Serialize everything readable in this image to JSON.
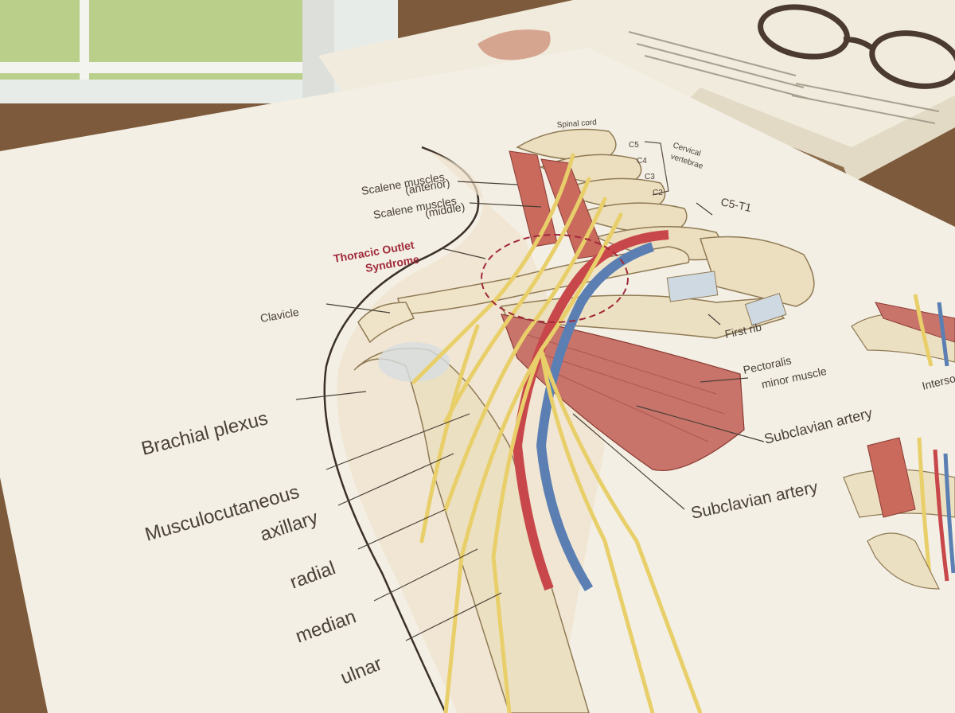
{
  "labels": {
    "spinal_cord": "Spinal cord",
    "c5": "C5",
    "c4": "C4",
    "c3": "C3",
    "c2": "C2",
    "cervical_vertebrae_line1": "Cervical",
    "cervical_vertebrae_line2": "vertebrae",
    "c5_t1": "C5-T1",
    "scalene_anterior_line1": "Scalene muscles",
    "scalene_anterior_line2": "(anterior)",
    "scalene_middle_line1": "Scalene muscles",
    "scalene_middle_line2": "(middle)",
    "tos_line1": "Thoracic Outlet",
    "tos_line2": "Syndrome",
    "clavicle": "Clavicle",
    "first_rib": "First rib",
    "pectoralis_line1": "Pectoralis",
    "pectoralis_line2": "minor muscle",
    "subclavian_artery_1": "Subclavian artery",
    "subclavian_artery_2": "Subclavian artery",
    "brachial_plexus": "Brachial plexus",
    "musculocutaneous": "Musculocutaneous",
    "axillary": "axillary",
    "radial": "radial",
    "median": "median",
    "ulnar": "ulnar",
    "inset_partial": "Interso"
  },
  "colors": {
    "desk": "#7a5535",
    "paper": "#f3efe4",
    "nerve": "#e8cf6a",
    "artery": "#c8474a",
    "vein": "#5b7fb3",
    "muscle": "#c9746a",
    "bone": "#ece0c2",
    "accent_red": "#a02a3a"
  }
}
